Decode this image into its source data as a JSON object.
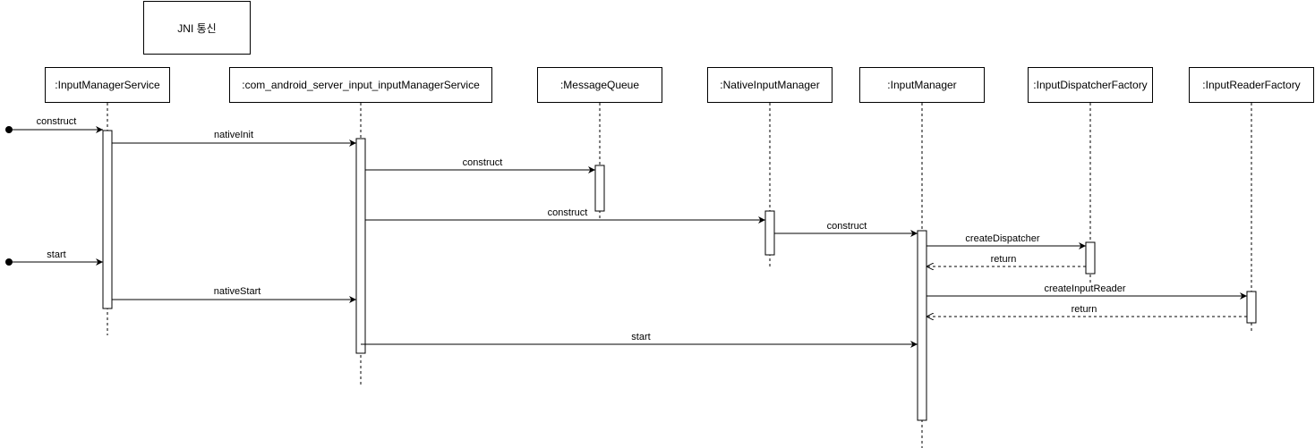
{
  "note": {
    "label": "JNI 통신"
  },
  "participants": [
    {
      "id": "ims",
      "label": ":InputManagerService"
    },
    {
      "id": "jni",
      "label": ":com_android_server_input_inputManagerService"
    },
    {
      "id": "mq",
      "label": ":MessageQueue"
    },
    {
      "id": "nim",
      "label": ":NativeInputManager"
    },
    {
      "id": "im",
      "label": ":InputManager"
    },
    {
      "id": "idf",
      "label": ":InputDispatcherFactory"
    },
    {
      "id": "irf",
      "label": ":InputReaderFactory"
    }
  ],
  "messages": [
    {
      "from": "start",
      "to": "ims",
      "label": "construct",
      "kind": "found"
    },
    {
      "from": "ims",
      "to": "jni",
      "label": "nativeInit",
      "kind": "sync"
    },
    {
      "from": "jni",
      "to": "mq",
      "label": "construct",
      "kind": "sync"
    },
    {
      "from": "jni",
      "to": "nim",
      "label": "construct",
      "kind": "sync"
    },
    {
      "from": "nim",
      "to": "im",
      "label": "construct",
      "kind": "sync"
    },
    {
      "from": "im",
      "to": "idf",
      "label": "createDispatcher",
      "kind": "sync"
    },
    {
      "from": "start",
      "to": "ims",
      "label": "start",
      "kind": "found"
    },
    {
      "from": "idf",
      "to": "im",
      "label": "return",
      "kind": "return"
    },
    {
      "from": "ims",
      "to": "jni",
      "label": "nativeStart",
      "kind": "sync"
    },
    {
      "from": "im",
      "to": "irf",
      "label": "createInputReader",
      "kind": "sync"
    },
    {
      "from": "irf",
      "to": "im",
      "label": "return",
      "kind": "return"
    },
    {
      "from": "jni",
      "to": "im",
      "label": "start",
      "kind": "sync"
    }
  ]
}
